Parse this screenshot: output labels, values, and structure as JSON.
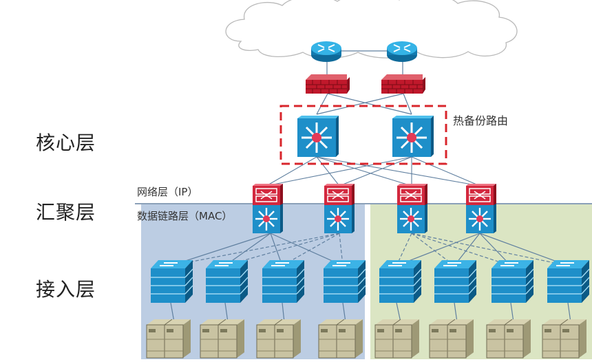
{
  "layers": {
    "core": "核心层",
    "distribution": "汇聚层",
    "access": "接入层"
  },
  "annotations": {
    "hot_standby": "热备份路由",
    "network_layer": "网络层（IP）",
    "datalink_layer": "数据链路层（MAC）"
  },
  "nodes": {
    "cloud": "internet-cloud",
    "routers": [
      "router-1",
      "router-2"
    ],
    "firewalls": [
      "firewall-1",
      "firewall-2"
    ],
    "core_switches": [
      "core-switch-1",
      "core-switch-2"
    ],
    "distribution_switches": [
      "dist-switch-1",
      "dist-switch-2",
      "dist-switch-3",
      "dist-switch-4"
    ],
    "access_switches": [
      "access-switch-1",
      "access-switch-2",
      "access-switch-3",
      "access-switch-4",
      "access-switch-5",
      "access-switch-6",
      "access-switch-7",
      "access-switch-8"
    ],
    "servers": [
      "server-1",
      "server-2",
      "server-3",
      "server-4",
      "server-5",
      "server-6",
      "server-7",
      "server-8"
    ]
  },
  "colors": {
    "device_blue": "#1e8fc9",
    "device_blue_dark": "#0f5f8c",
    "firewall_red": "#c0182b",
    "dist_red": "#d3283e",
    "highlight_dashed": "#d8262c",
    "group_left_bg": "#b9cce4",
    "group_right_bg": "#d9e4c0",
    "link": "#5a7a9a",
    "server_tan": "#c6c09c"
  }
}
